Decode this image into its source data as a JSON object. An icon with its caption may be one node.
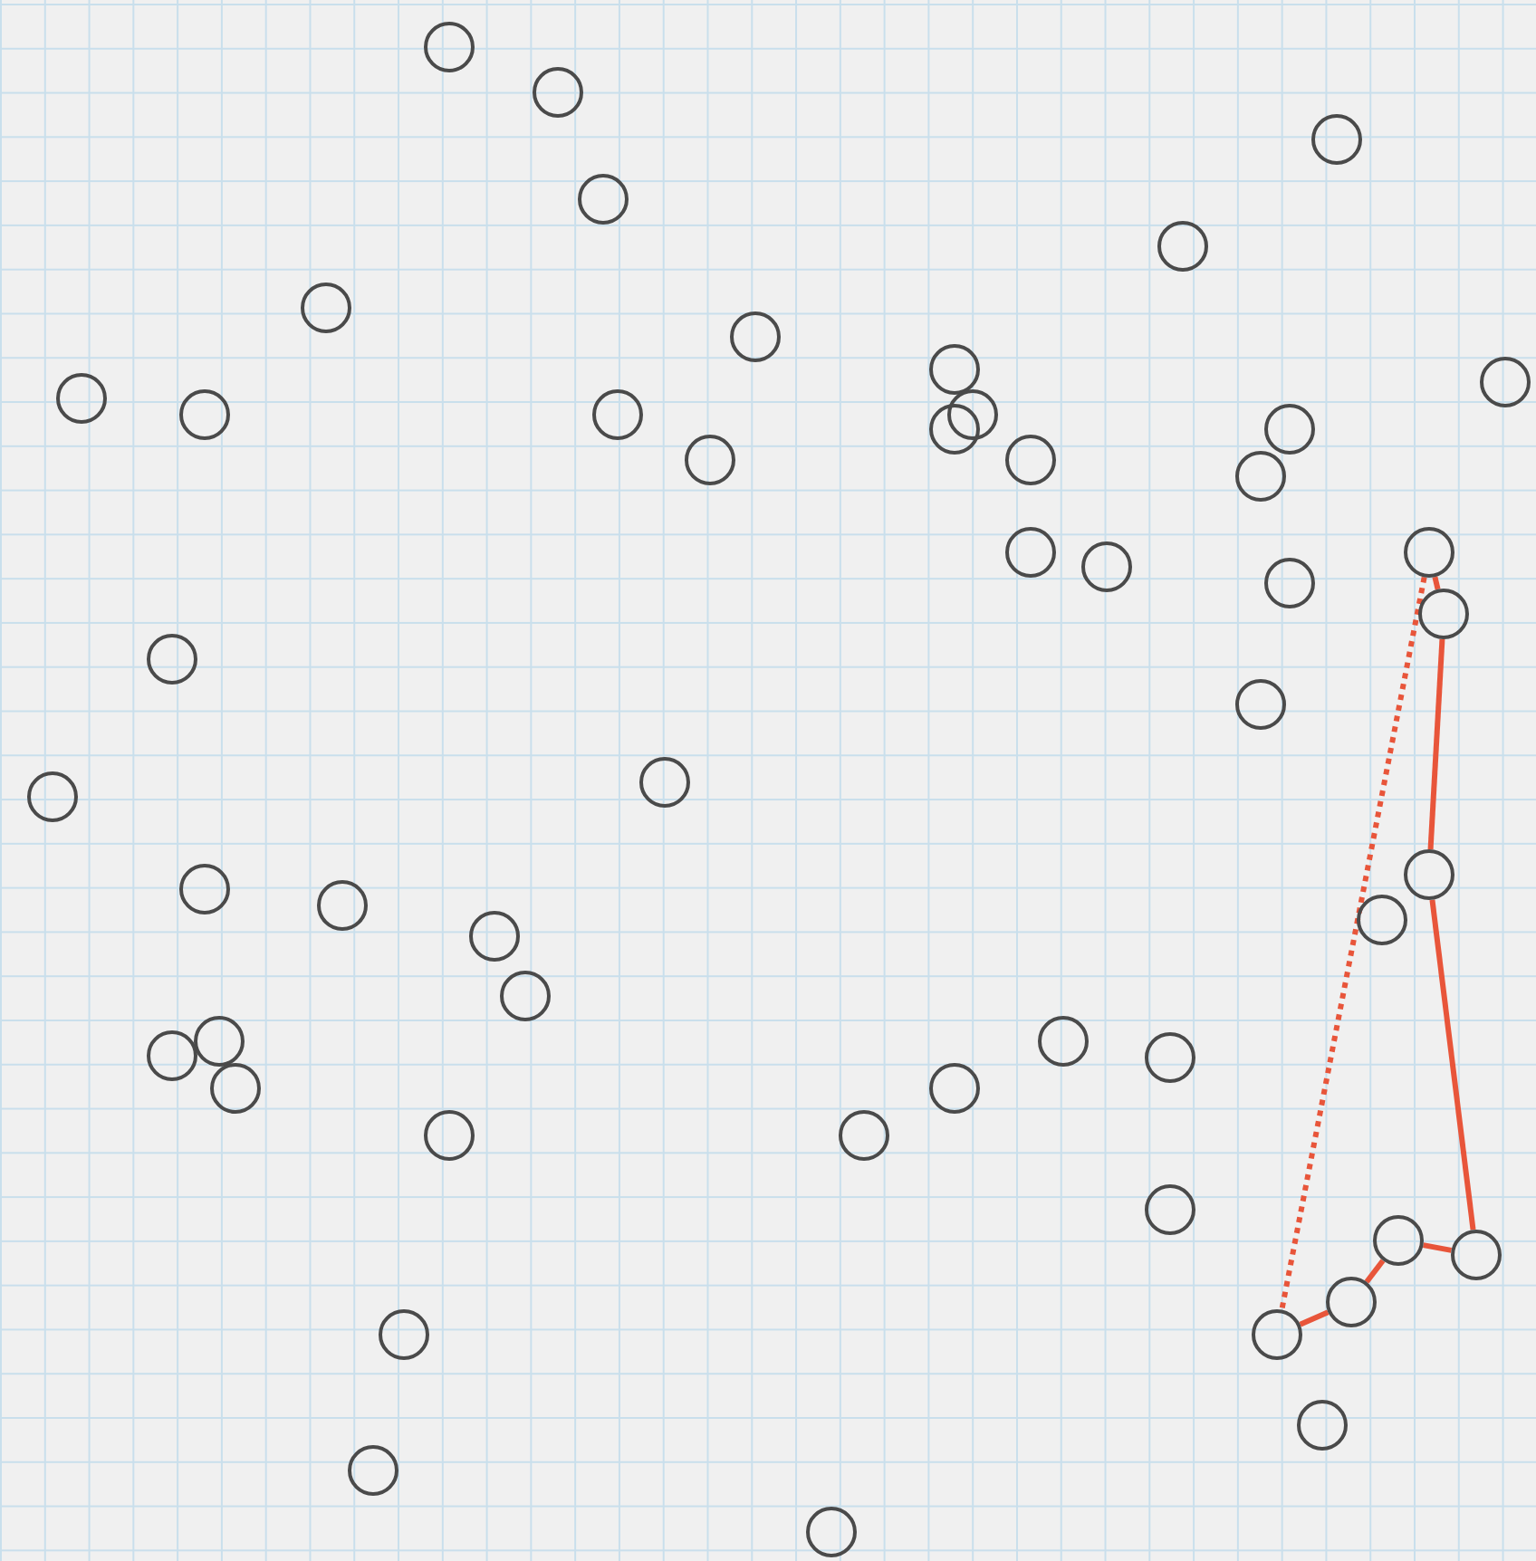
{
  "diagram": {
    "nodes": [
      {
        "text": [],
        "shape": "circle"
      },
      {
        "text": [],
        "shape": "circle"
      },
      {
        "text": [],
        "shape": "circle"
      },
      {
        "text": [],
        "shape": "circle"
      },
      {
        "text": [],
        "shape": "circle"
      },
      {
        "text": [],
        "shape": "circle"
      },
      {
        "text": [],
        "shape": "circle"
      },
      {
        "text": [],
        "shape": "circle"
      },
      {
        "text": [],
        "shape": "circle"
      },
      {
        "text": [],
        "shape": "circle"
      },
      {
        "text": [],
        "shape": "circle"
      },
      {
        "text": [],
        "shape": "circle"
      },
      {
        "text": [],
        "shape": "circle"
      },
      {
        "text": [],
        "shape": "circle"
      },
      {
        "text": [],
        "shape": "circle"
      },
      {
        "text": [],
        "shape": "circle"
      },
      {
        "text": [],
        "shape": "circle"
      },
      {
        "text": [],
        "shape": "circle"
      },
      {
        "text": [],
        "shape": "circle"
      },
      {
        "text": [],
        "shape": "circle"
      },
      {
        "text": [],
        "shape": "circle"
      },
      {
        "text": [],
        "shape": "circle"
      },
      {
        "text": [],
        "shape": "circle"
      },
      {
        "text": [],
        "shape": "circle"
      },
      {
        "text": [],
        "shape": "circle"
      },
      {
        "text": [],
        "shape": "circle"
      },
      {
        "text": [],
        "shape": "circle"
      },
      {
        "text": [],
        "shape": "circle"
      },
      {
        "text": [],
        "shape": "circle"
      },
      {
        "text": [],
        "shape": "circle"
      },
      {
        "text": [],
        "shape": "circle"
      },
      {
        "text": [],
        "shape": "circle"
      },
      {
        "text": [],
        "shape": "circle"
      },
      {
        "text": [],
        "shape": "circle"
      },
      {
        "text": [],
        "shape": "circle"
      },
      {
        "text": [],
        "shape": "circle"
      },
      {
        "text": [],
        "shape": "circle"
      },
      {
        "text": [],
        "shape": "circle"
      },
      {
        "text": [],
        "shape": "circle"
      },
      {
        "text": [],
        "shape": "circle"
      },
      {
        "text": [],
        "shape": "circle"
      },
      {
        "text": [],
        "shape": "circle"
      },
      {
        "text": [],
        "shape": "circle"
      },
      {
        "text": [],
        "shape": "circle"
      },
      {
        "text": [],
        "shape": "circle"
      },
      {
        "text": [],
        "shape": "circle"
      },
      {
        "text": [],
        "shape": "circle"
      },
      {
        "text": [],
        "shape": "circle"
      },
      {
        "text": [],
        "shape": "circle"
      },
      {
        "text": [],
        "shape": "circle"
      }
    ],
    "edges": [
      {
        "from": 45,
        "to": 44,
        "arrow": "none"
      },
      {
        "from": 44,
        "to": 42,
        "arrow": "none"
      },
      {
        "from": 42,
        "to": 43,
        "arrow": "none"
      },
      {
        "from": 43,
        "to": 27,
        "arrow": "none"
      },
      {
        "from": 27,
        "to": 22,
        "arrow": "none"
      },
      {
        "from": 22,
        "to": 19,
        "arrow": "none"
      },
      {
        "from": 19,
        "to": 45,
        "arrow": "none",
        "style": "dashed"
      }
    ]
  }
}
